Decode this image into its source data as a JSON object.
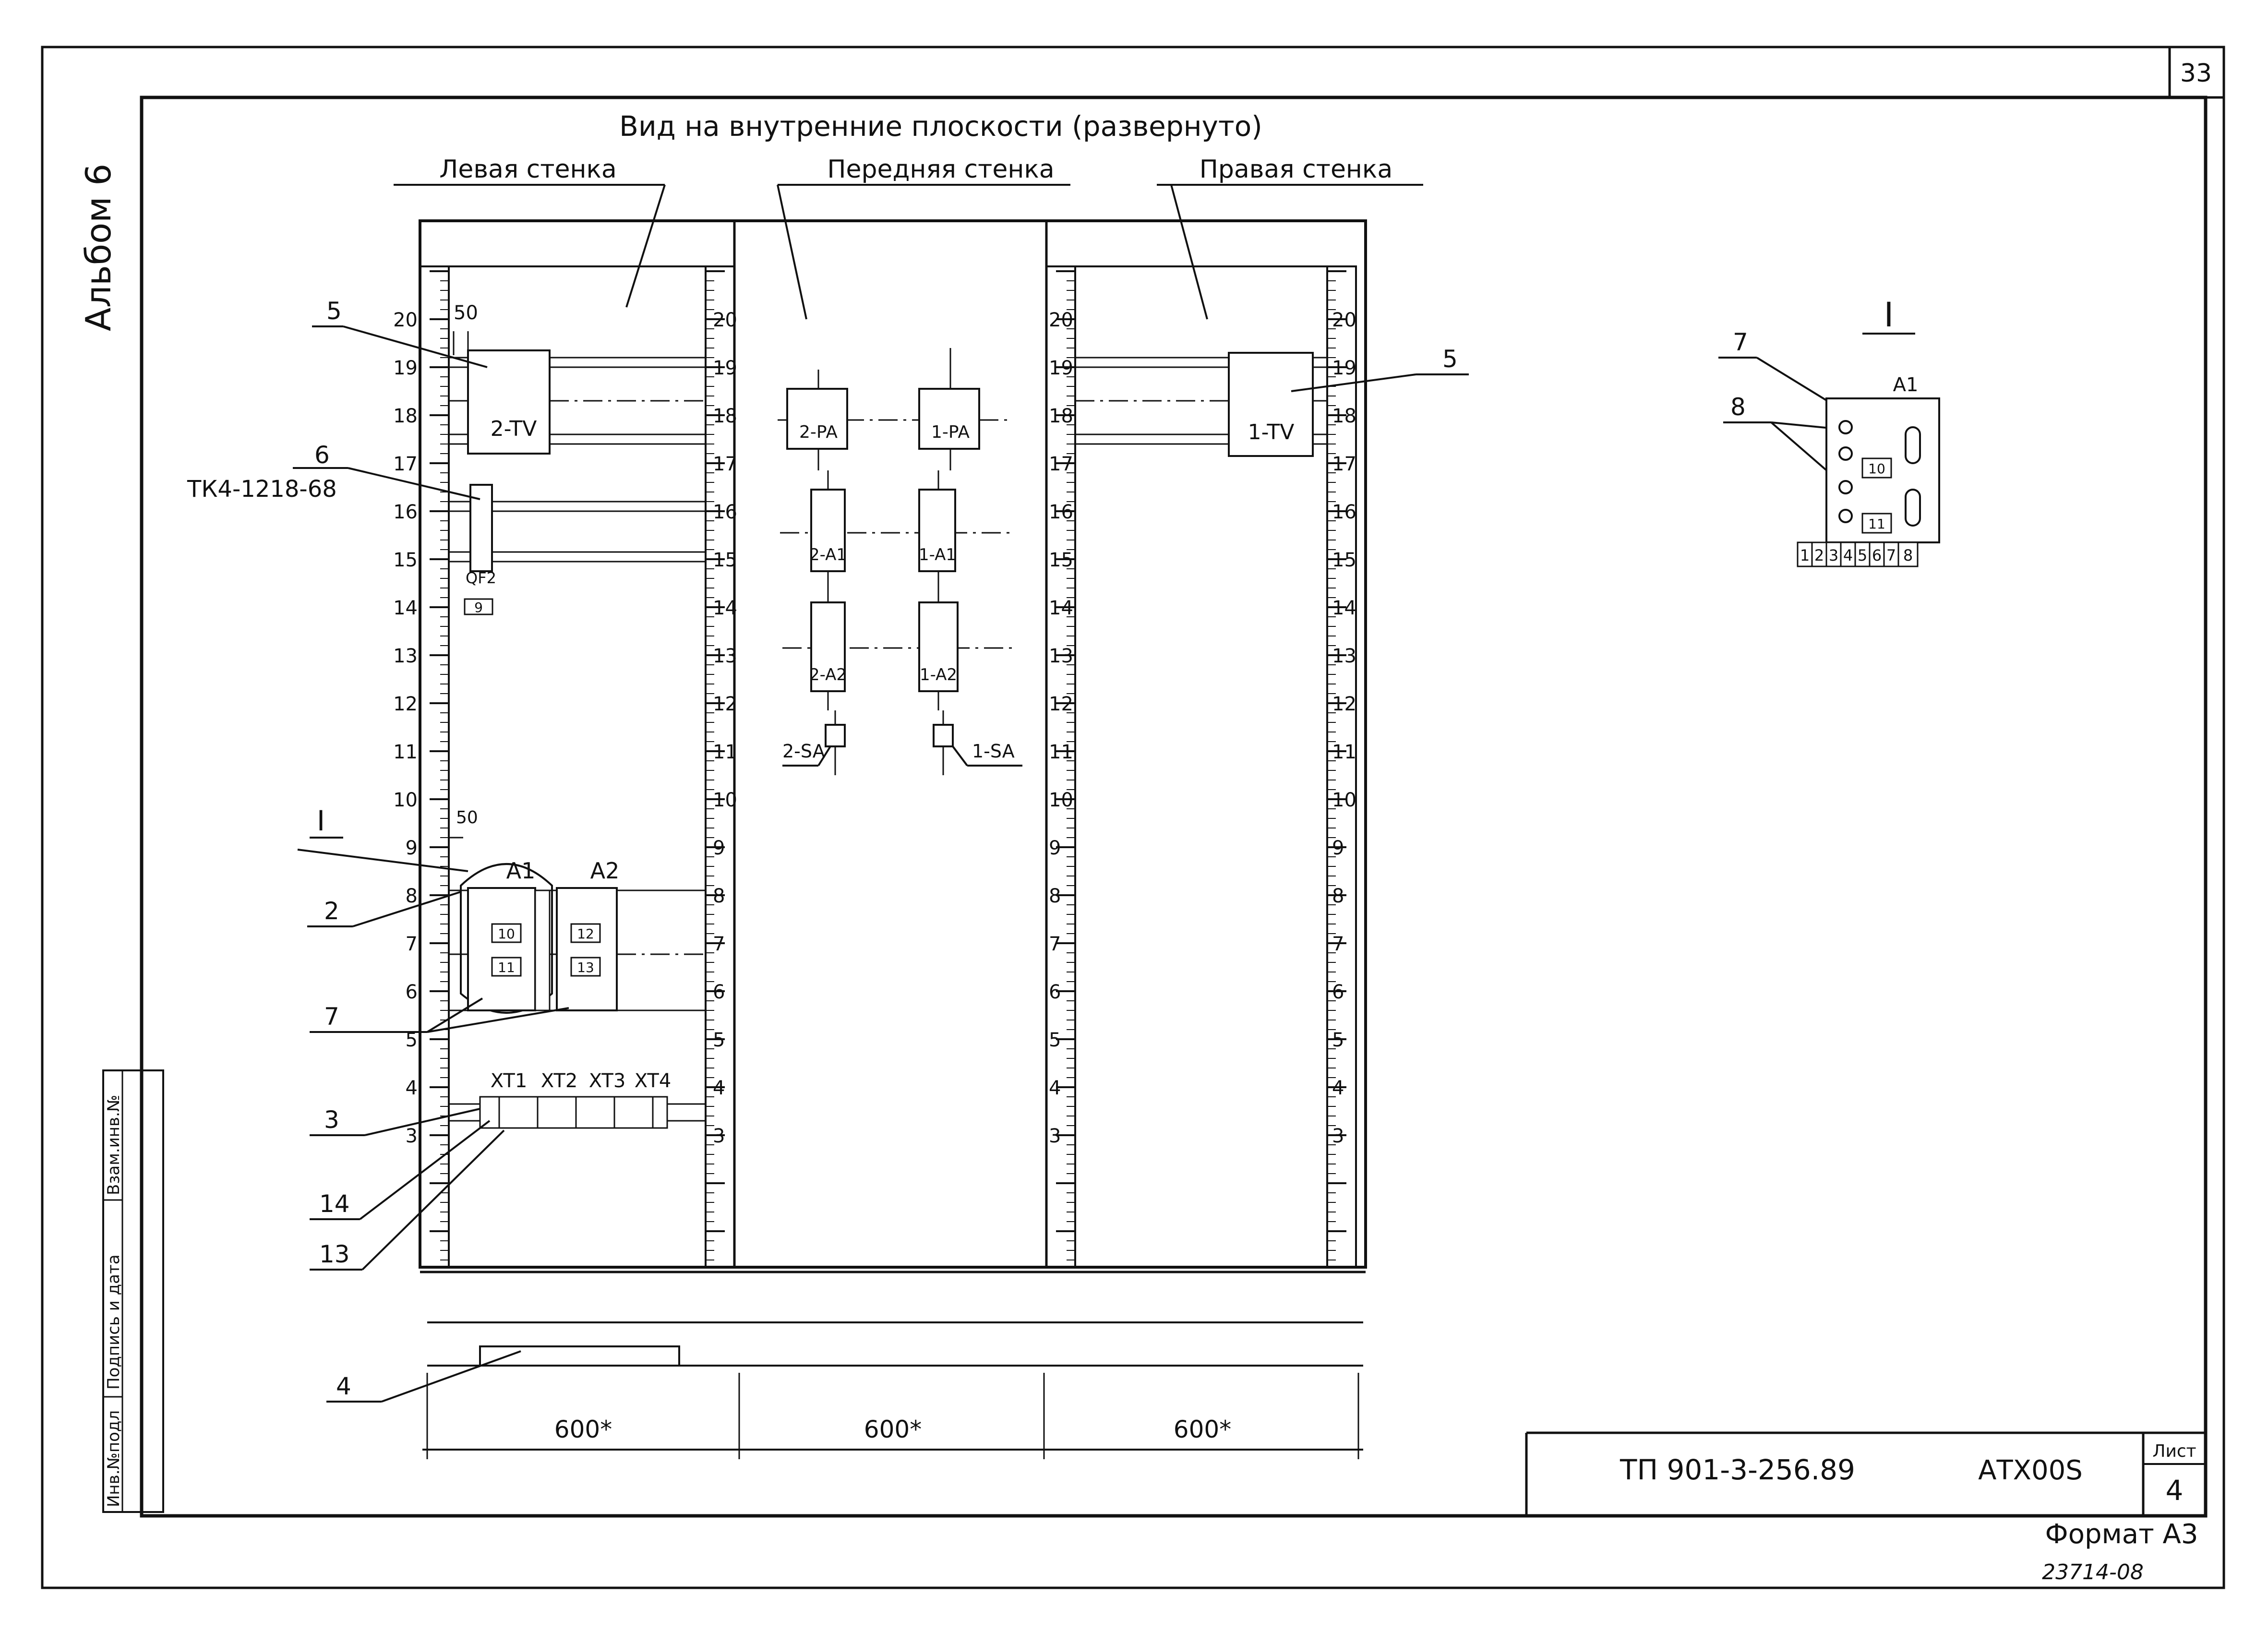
{
  "sheet_number": "33",
  "album": "Альбом 6",
  "heading": "Вид на внутренние плоскости (развернуто)",
  "walls": {
    "left": "Левая стенка",
    "front": "Передняя стенка",
    "right": "Правая стенка"
  },
  "scale_left": [
    "20",
    "19",
    "18",
    "17",
    "16",
    "15",
    "14",
    "13",
    "12",
    "11",
    "10",
    "9",
    "8",
    "7",
    "6",
    "5",
    "4",
    "3"
  ],
  "scale_inner": [
    "20",
    "19",
    "18",
    "17",
    "16",
    "15",
    "14",
    "13",
    "12",
    "11",
    "10",
    "9",
    "8",
    "7",
    "6",
    "5",
    "4",
    "3"
  ],
  "scale_mid": [
    "20",
    "19",
    "18",
    "17",
    "16",
    "15",
    "14",
    "13",
    "12",
    "11",
    "10",
    "9",
    "8",
    "7",
    "6",
    "5",
    "4",
    "3"
  ],
  "scale_right": [
    "20",
    "19",
    "18",
    "17",
    "16",
    "15",
    "14",
    "13",
    "12",
    "11",
    "10",
    "9",
    "8",
    "7",
    "6",
    "5",
    "4",
    "3"
  ],
  "dims": {
    "d50_top": "50",
    "d50_mid": "50",
    "w1": "600*",
    "w2": "600*",
    "w3": "600*"
  },
  "left_wall": {
    "tv": "2-TV",
    "qf": "QF2",
    "n9": "9",
    "a1": "A1",
    "a2": "A2",
    "n10": "10",
    "n11": "11",
    "n12": "12",
    "n13": "13",
    "xt1": "XT1",
    "xt2": "XT2",
    "xt3": "XT3",
    "xt4": "XT4",
    "tk": "ТК4-1218-68"
  },
  "front_wall": {
    "pa2": "2-PA",
    "pa1": "1-PA",
    "a2_1": "2-A1",
    "a1_1": "1-A1",
    "a2_2": "2-A2",
    "a1_2": "1-A2",
    "sa2": "2-SA",
    "sa1": "1-SA"
  },
  "right_wall": {
    "tv": "1-TV"
  },
  "callouts": {
    "c5l": "5",
    "c6": "6",
    "c1": "I",
    "c2": "2",
    "c7": "7",
    "c3": "3",
    "c14": "14",
    "c13": "13",
    "c4": "4",
    "c5r": "5"
  },
  "detail": {
    "title": "I",
    "c7": "7",
    "c8": "8",
    "a1": "A1",
    "n10": "10",
    "n11": "11",
    "terminals": [
      "1",
      "2",
      "3",
      "4",
      "5",
      "6",
      "7",
      "8"
    ]
  },
  "side_stamp": {
    "col1": "Инв.№подл",
    "col2": "Подпись и дата",
    "col3": "Взам.инв.№"
  },
  "title_block": {
    "code": "ТП 901-3-256.89",
    "doc": "АТХ00S",
    "sheet_label": "Лист",
    "sheet_no": "4"
  },
  "format": "Формат А3",
  "archive_no": "23714-08"
}
